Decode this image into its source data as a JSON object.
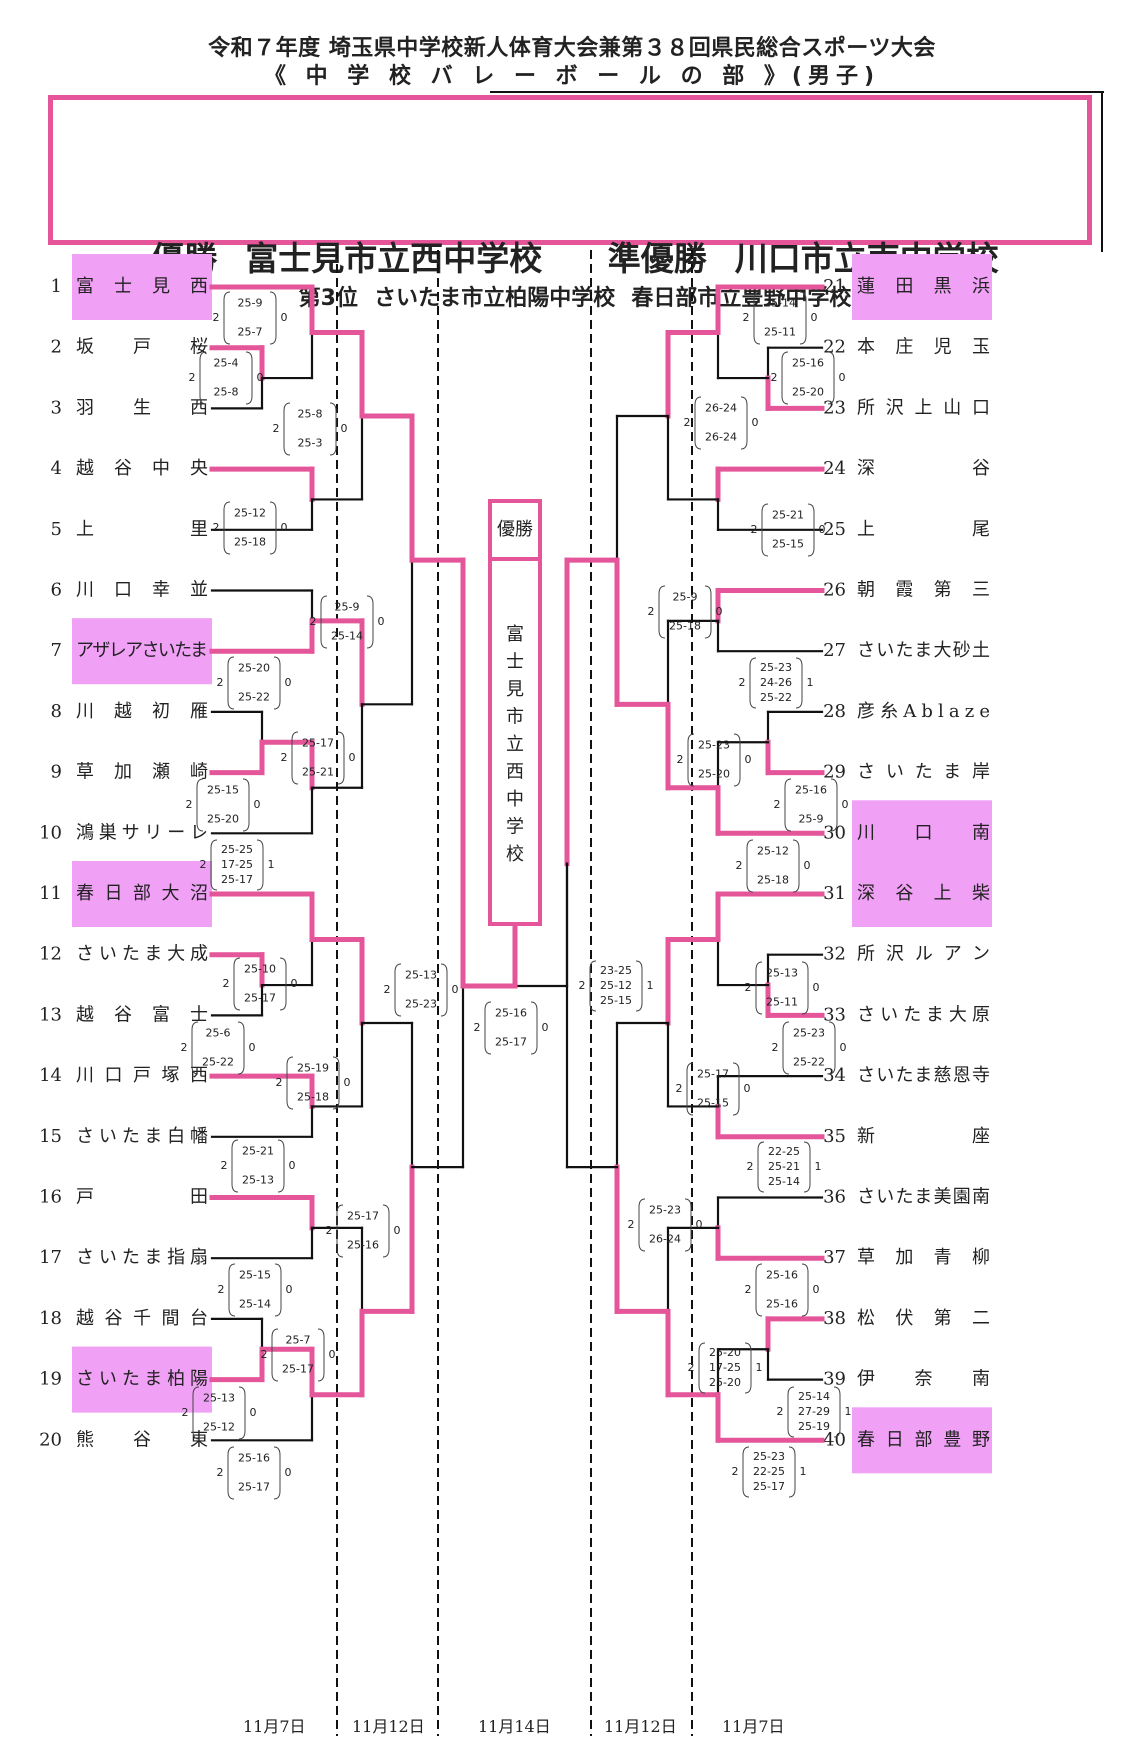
{
  "header": {
    "title_line1": "令和７年度 埼玉県中学校新人体育大会兼第３８回県民総合スポーツ大会",
    "title_line2": "《 中 学 校 バ レ ー ボ ー ル の 部 》(男子)"
  },
  "results": {
    "champion_label": "優勝",
    "champion": "富士見市立西中学校",
    "runner_up_label": "準優勝",
    "runner_up": "川口市立南中学校",
    "third_label": "第3位",
    "third_places": [
      "さいたま市立柏陽中学校",
      "春日部市立豊野中学校"
    ]
  },
  "final_box": {
    "label": "優勝",
    "winner": "富士見市立西中学校"
  },
  "colors": {
    "winner_line": "#e4559a",
    "loser_line": "#111111",
    "highlight": "#f0a0f5",
    "border": "#e4559a"
  },
  "dates": [
    "11月7日",
    "11月12日",
    "11月14日",
    "11月12日",
    "11月7日"
  ],
  "teams_left": [
    {
      "seed": "1",
      "name": "富士見西",
      "highlight": true
    },
    {
      "seed": "2",
      "name": "坂戸桜",
      "highlight": false
    },
    {
      "seed": "3",
      "name": "羽生西",
      "highlight": false
    },
    {
      "seed": "4",
      "name": "越谷中央",
      "highlight": false
    },
    {
      "seed": "5",
      "name": "上里",
      "highlight": false
    },
    {
      "seed": "6",
      "name": "川口幸並",
      "highlight": false
    },
    {
      "seed": "7",
      "name": "アザレアさいたま",
      "highlight": true
    },
    {
      "seed": "8",
      "name": "川越初雁",
      "highlight": false
    },
    {
      "seed": "9",
      "name": "草加瀬崎",
      "highlight": false
    },
    {
      "seed": "10",
      "name": "鴻巣サリーレ",
      "highlight": false
    },
    {
      "seed": "11",
      "name": "春日部大沼",
      "highlight": true
    },
    {
      "seed": "12",
      "name": "さいたま大成",
      "highlight": false
    },
    {
      "seed": "13",
      "name": "越谷富士",
      "highlight": false
    },
    {
      "seed": "14",
      "name": "川口戸塚西",
      "highlight": false
    },
    {
      "seed": "15",
      "name": "さいたま白幡",
      "highlight": false
    },
    {
      "seed": "16",
      "name": "戸田",
      "highlight": false
    },
    {
      "seed": "17",
      "name": "さいたま指扇",
      "highlight": false
    },
    {
      "seed": "18",
      "name": "越谷千間台",
      "highlight": false
    },
    {
      "seed": "19",
      "name": "さいたま柏陽",
      "highlight": true
    },
    {
      "seed": "20",
      "name": "熊谷東",
      "highlight": false
    }
  ],
  "teams_right": [
    {
      "seed": "21",
      "name": "蓮田黒浜",
      "highlight": true
    },
    {
      "seed": "22",
      "name": "本庄児玉",
      "highlight": false
    },
    {
      "seed": "23",
      "name": "所沢上山口",
      "highlight": false
    },
    {
      "seed": "24",
      "name": "深谷",
      "highlight": false
    },
    {
      "seed": "25",
      "name": "上尾",
      "highlight": false
    },
    {
      "seed": "26",
      "name": "朝霞第三",
      "highlight": false
    },
    {
      "seed": "27",
      "name": "さいたま大砂土",
      "highlight": false
    },
    {
      "seed": "28",
      "name": "彦糸Ablaze",
      "highlight": false
    },
    {
      "seed": "29",
      "name": "さいたま岸",
      "highlight": false
    },
    {
      "seed": "30",
      "name": "川口南",
      "highlight": true
    },
    {
      "seed": "31",
      "name": "深谷上柴",
      "highlight": true
    },
    {
      "seed": "32",
      "name": "所沢ルアン",
      "highlight": false
    },
    {
      "seed": "33",
      "name": "さいたま大原",
      "highlight": false
    },
    {
      "seed": "34",
      "name": "さいたま慈恩寺",
      "highlight": false
    },
    {
      "seed": "35",
      "name": "新座",
      "highlight": false
    },
    {
      "seed": "36",
      "name": "さいたま美園南",
      "highlight": false
    },
    {
      "seed": "37",
      "name": "草加青柳",
      "highlight": false
    },
    {
      "seed": "38",
      "name": "松伏第二",
      "highlight": false
    },
    {
      "seed": "39",
      "name": "伊奈南",
      "highlight": false
    },
    {
      "seed": "40",
      "name": "春日部豊野",
      "highlight": true
    }
  ],
  "matches": [
    {
      "id": "L-2v3",
      "side": "left",
      "round": "pre",
      "winner": "坂戸桜",
      "w": "2",
      "l": "0",
      "sets": [
        "25-4",
        "25-8"
      ]
    },
    {
      "id": "L-1v23",
      "side": "left",
      "round": 1,
      "winner": "富士見西",
      "w": "2",
      "l": "0",
      "sets": [
        "25-9",
        "25-7"
      ]
    },
    {
      "id": "L-4v5",
      "side": "left",
      "round": 1,
      "winner": "越谷中央",
      "w": "2",
      "l": "0",
      "sets": [
        "25-12",
        "25-18"
      ]
    },
    {
      "id": "L-6v7",
      "side": "left",
      "round": 1,
      "winner": "アザレアさいたま",
      "w": "2",
      "l": "0",
      "sets": [
        "25-20",
        "25-22"
      ]
    },
    {
      "id": "L-8v9",
      "side": "left",
      "round": "pre",
      "winner": "草加瀬崎",
      "w": "2",
      "l": "0",
      "sets": [
        "25-15",
        "25-20"
      ]
    },
    {
      "id": "L-89v10",
      "side": "left",
      "round": 1,
      "winner": "草加瀬崎",
      "w": "2",
      "l": "1",
      "sets": [
        "25-25",
        "17-25",
        "25-17"
      ]
    },
    {
      "id": "L-11v1213",
      "side": "left",
      "round": 1,
      "winner": "春日部大沼",
      "w": "2",
      "l": "0",
      "sets": [
        "25-10",
        "25-17"
      ]
    },
    {
      "id": "L-12v13",
      "side": "left",
      "round": "pre",
      "winner": "さいたま大成",
      "w": "2",
      "l": "0",
      "sets": [
        "25-6",
        "25-22"
      ]
    },
    {
      "id": "L-14v15",
      "side": "left",
      "round": 1,
      "winner": "川口戸塚西",
      "w": "2",
      "l": "0",
      "sets": [
        "25-21",
        "25-13"
      ]
    },
    {
      "id": "L-16v17",
      "side": "left",
      "round": 1,
      "winner": "戸田",
      "w": "2",
      "l": "0",
      "sets": [
        "25-15",
        "25-14"
      ]
    },
    {
      "id": "L-18v19",
      "side": "left",
      "round": "pre",
      "winner": "さいたま柏陽",
      "w": "2",
      "l": "0",
      "sets": [
        "25-13",
        "25-12"
      ]
    },
    {
      "id": "L-1819v20",
      "side": "left",
      "round": 1,
      "winner": "さいたま柏陽",
      "w": "2",
      "l": "0",
      "sets": [
        "25-16",
        "25-17"
      ]
    },
    {
      "id": "L-R2a",
      "side": "left",
      "round": 2,
      "winner": "富士見西",
      "w": "2",
      "l": "0",
      "sets": [
        "25-8",
        "25-3"
      ]
    },
    {
      "id": "L-R2b",
      "side": "left",
      "round": 2,
      "winner": "アザレアさいたま",
      "w": "2",
      "l": "0",
      "sets": [
        "25-17",
        "25-21"
      ]
    },
    {
      "id": "L-R2c",
      "side": "left",
      "round": 2,
      "winner": "春日部大沼",
      "w": "2",
      "l": "0",
      "sets": [
        "25-19",
        "25-18"
      ]
    },
    {
      "id": "L-R2d",
      "side": "left",
      "round": 2,
      "winner": "さいたま柏陽",
      "w": "2",
      "l": "0",
      "sets": [
        "25-7",
        "25-17"
      ]
    },
    {
      "id": "L-R3a",
      "side": "left",
      "round": 3,
      "winner": "富士見西",
      "w": "2",
      "l": "0",
      "sets": [
        "25-9",
        "25-14"
      ]
    },
    {
      "id": "L-R3b",
      "side": "left",
      "round": 3,
      "winner": "さいたま柏陽",
      "w": "2",
      "l": "0",
      "sets": [
        "25-17",
        "25-16"
      ]
    },
    {
      "id": "L-SF",
      "side": "left",
      "round": "semi",
      "winner": "富士見西",
      "w": "2",
      "l": "0",
      "sets": [
        "25-13",
        "25-23"
      ]
    },
    {
      "id": "FINAL",
      "side": "center",
      "round": "final",
      "winner": "富士見西",
      "w": "2",
      "l": "0",
      "sets": [
        "25-16",
        "25-17"
      ]
    },
    {
      "id": "R-SF",
      "side": "right",
      "round": "semi",
      "winner": "川口南",
      "w": "2",
      "l": "1",
      "sets": [
        "23-25",
        "25-12",
        "25-15"
      ]
    },
    {
      "id": "R-R3a",
      "side": "right",
      "round": 3,
      "winner": "川口南",
      "w": "2",
      "l": "0",
      "sets": [
        "25-9",
        "25-18"
      ]
    },
    {
      "id": "R-R3b",
      "side": "right",
      "round": 3,
      "winner": "春日部豊野",
      "w": "2",
      "l": "0",
      "sets": [
        "25-23",
        "26-24"
      ]
    },
    {
      "id": "R-R2a",
      "side": "right",
      "round": 2,
      "winner": "蓮田黒浜",
      "w": "2",
      "l": "0",
      "sets": [
        "26-24",
        "26-24"
      ]
    },
    {
      "id": "R-R2b",
      "side": "right",
      "round": 2,
      "winner": "川口南",
      "w": "2",
      "l": "0",
      "sets": [
        "25-23",
        "25-20"
      ]
    },
    {
      "id": "R-R2c",
      "side": "right",
      "round": 2,
      "winner": "深谷上柴",
      "w": "2",
      "l": "0",
      "sets": [
        "25-17",
        "25-15"
      ]
    },
    {
      "id": "R-R2d",
      "side": "right",
      "round": 2,
      "winner": "春日部豊野",
      "w": "2",
      "l": "1",
      "sets": [
        "25-20",
        "17-25",
        "25-20"
      ]
    },
    {
      "id": "R-21v2223",
      "side": "right",
      "round": 1,
      "winner": "蓮田黒浜",
      "w": "2",
      "l": "0",
      "sets": [
        "25-14",
        "25-11"
      ]
    },
    {
      "id": "R-22v23",
      "side": "right",
      "round": "pre",
      "winner": "所沢上山口",
      "w": "2",
      "l": "0",
      "sets": [
        "25-16",
        "25-20"
      ]
    },
    {
      "id": "R-24v25",
      "side": "right",
      "round": 1,
      "winner": "深谷",
      "w": "2",
      "l": "0",
      "sets": [
        "25-21",
        "25-15"
      ]
    },
    {
      "id": "R-26v27",
      "side": "right",
      "round": 1,
      "winner": "朝霞第三",
      "w": "2",
      "l": "1",
      "sets": [
        "25-23",
        "24-26",
        "25-22"
      ]
    },
    {
      "id": "R-28v29",
      "side": "right",
      "round": "pre",
      "winner": "さいたま岸",
      "w": "2",
      "l": "0",
      "sets": [
        "25-16",
        "25-9"
      ]
    },
    {
      "id": "R-2829v30",
      "side": "right",
      "round": 1,
      "winner": "川口南",
      "w": "2",
      "l": "0",
      "sets": [
        "25-12",
        "25-18"
      ]
    },
    {
      "id": "R-31v3233",
      "side": "right",
      "round": 1,
      "winner": "深谷上柴",
      "w": "2",
      "l": "0",
      "sets": [
        "25-13",
        "25-11"
      ]
    },
    {
      "id": "R-32v33",
      "side": "right",
      "round": "pre",
      "winner": "さいたま大原",
      "w": "2",
      "l": "0",
      "sets": [
        "25-23",
        "25-22"
      ]
    },
    {
      "id": "R-34v35",
      "side": "right",
      "round": 1,
      "winner": "新座",
      "w": "2",
      "l": "1",
      "sets": [
        "22-25",
        "25-21",
        "25-14"
      ]
    },
    {
      "id": "R-36v37",
      "side": "right",
      "round": 1,
      "winner": "草加青柳",
      "w": "2",
      "l": "0",
      "sets": [
        "25-16",
        "25-16"
      ]
    },
    {
      "id": "R-38v39",
      "side": "right",
      "round": "pre",
      "winner": "松伏第二",
      "w": "2",
      "l": "1",
      "sets": [
        "25-14",
        "27-29",
        "25-19"
      ]
    },
    {
      "id": "R-3839v40",
      "side": "right",
      "round": 1,
      "winner": "春日部豊野",
      "w": "2",
      "l": "1",
      "sets": [
        "25-23",
        "22-25",
        "25-17"
      ]
    }
  ]
}
